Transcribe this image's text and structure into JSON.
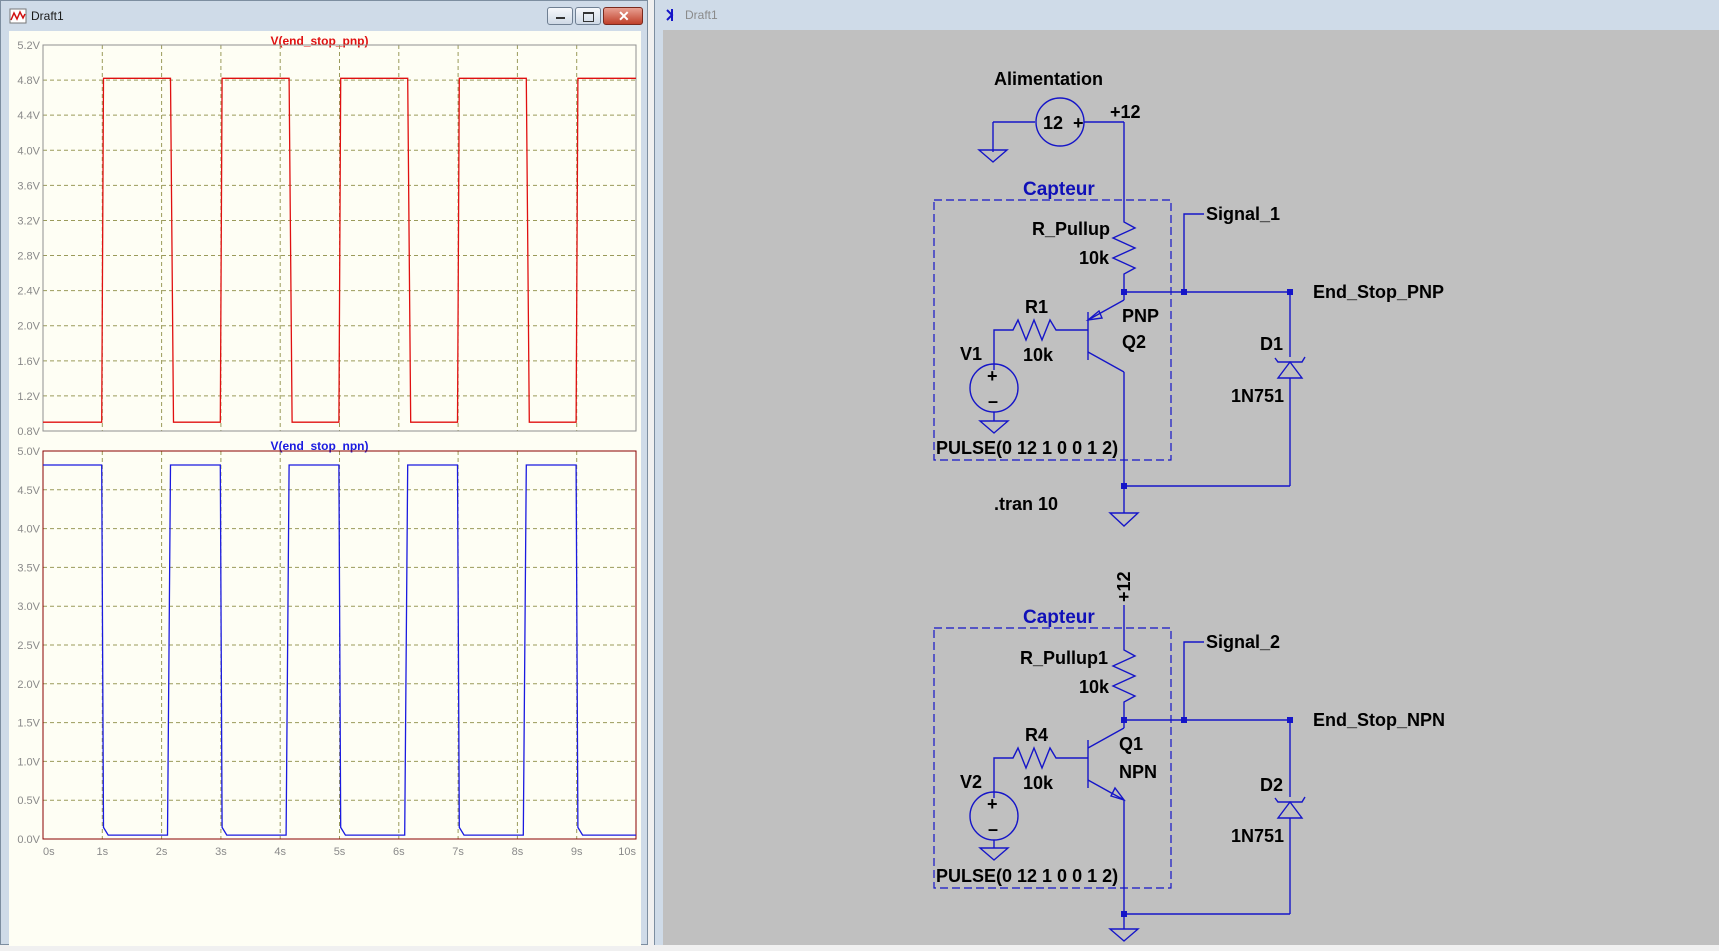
{
  "wave_window": {
    "title": "Draft1",
    "icon": "waveform-icon",
    "controls": [
      "minimize-icon",
      "maximize-icon",
      "close-icon"
    ]
  },
  "schematic_window": {
    "title": "Draft1",
    "icon": "schematic-icon"
  },
  "chart_data": [
    {
      "type": "line",
      "title": "V(end_stop_pnp)",
      "ylim": [
        0.8,
        5.2
      ],
      "y_ticks": [
        "0.8V",
        "1.2V",
        "1.6V",
        "2.0V",
        "2.4V",
        "2.8V",
        "3.2V",
        "3.6V",
        "4.0V",
        "4.4V",
        "4.8V",
        "5.2V"
      ],
      "x_ticks": [
        "0s",
        "1s",
        "2s",
        "3s",
        "4s",
        "5s",
        "6s",
        "7s",
        "8s",
        "9s",
        "10s"
      ],
      "xlim": [
        0,
        10
      ],
      "grid": true,
      "color": "#e01010",
      "series": [
        {
          "x": [
            0,
            0.99,
            1.02,
            2.15,
            2.2,
            2.99,
            3.02,
            4.15,
            4.2,
            4.99,
            5.02,
            6.15,
            6.2,
            6.99,
            7.02,
            8.15,
            8.2,
            8.99,
            9.02,
            10
          ],
          "y": [
            0.9,
            0.9,
            4.82,
            4.82,
            0.9,
            0.9,
            4.82,
            4.82,
            0.9,
            0.9,
            4.82,
            4.82,
            0.9,
            0.9,
            4.82,
            4.82,
            0.9,
            0.9,
            4.82,
            4.82
          ]
        }
      ]
    },
    {
      "type": "line",
      "title": "V(end_stop_npn)",
      "ylim": [
        0,
        5.0
      ],
      "y_ticks": [
        "0.0V",
        "0.5V",
        "1.0V",
        "1.5V",
        "2.0V",
        "2.5V",
        "3.0V",
        "3.5V",
        "4.0V",
        "4.5V",
        "5.0V"
      ],
      "x_ticks": [
        "0s",
        "1s",
        "2s",
        "3s",
        "4s",
        "5s",
        "6s",
        "7s",
        "8s",
        "9s",
        "10s"
      ],
      "xlim": [
        0,
        10
      ],
      "grid": true,
      "color": "#1a1ae0",
      "series": [
        {
          "x": [
            0,
            0.99,
            1.02,
            1.1,
            2.1,
            2.15,
            2.2,
            2.99,
            3.02,
            3.1,
            4.1,
            4.15,
            4.2,
            4.99,
            5.02,
            5.1,
            6.1,
            6.15,
            6.2,
            6.99,
            7.02,
            7.1,
            8.1,
            8.15,
            8.2,
            8.99,
            9.02,
            9.1,
            10
          ],
          "y": [
            4.82,
            4.82,
            0.15,
            0.05,
            0.05,
            4.82,
            4.82,
            4.82,
            0.15,
            0.05,
            0.05,
            4.82,
            4.82,
            4.82,
            0.15,
            0.05,
            0.05,
            4.82,
            4.82,
            4.82,
            0.15,
            0.05,
            0.05,
            4.82,
            4.82,
            4.82,
            0.15,
            0.05,
            0.05
          ]
        }
      ]
    }
  ],
  "schematic": {
    "supply_title": "Alimentation",
    "supply_value": "12",
    "vcc_label": "+12",
    "vcc_label_2": "+12",
    "box_title_1": "Capteur",
    "box_title_2": "Capteur",
    "circuit1": {
      "r_pullup": "R_Pullup",
      "r_pullup_val": "10k",
      "r1": "R1",
      "r1_val": "10k",
      "v1": "V1",
      "q_type": "PNP",
      "q_name": "Q2",
      "d_name": "D1",
      "d_model": "1N751",
      "signal": "Signal_1",
      "output": "End_Stop_PNP",
      "pulse": "PULSE(0 12 1 0 0 1 2)"
    },
    "tran": ".tran 10",
    "circuit2": {
      "r_pullup": "R_Pullup1",
      "r_pullup_val": "10k",
      "r1": "R4",
      "r1_val": "10k",
      "v1": "V2",
      "q_type": "NPN",
      "q_name": "Q1",
      "d_name": "D2",
      "d_model": "1N751",
      "signal": "Signal_2",
      "output": "End_Stop_NPN",
      "pulse": "PULSE(0 12 1 0 0 1 2)"
    }
  }
}
